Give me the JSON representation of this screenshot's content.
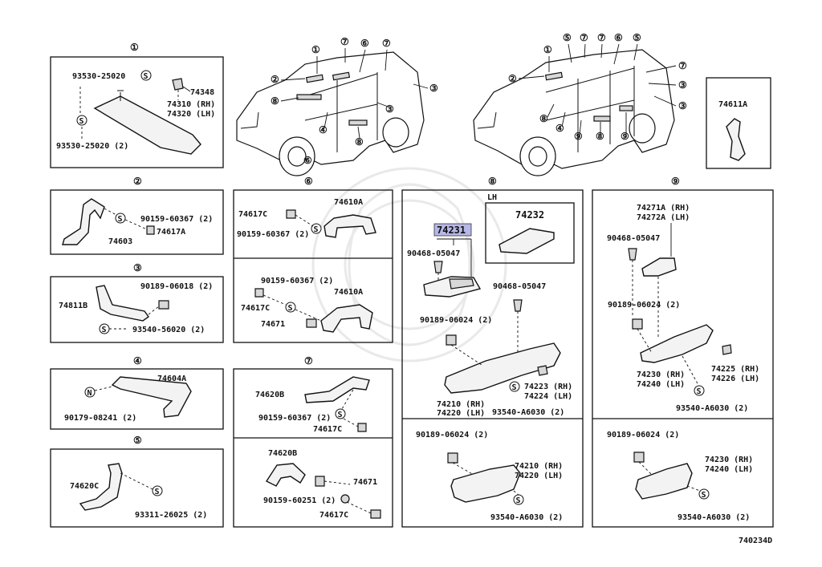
{
  "diagram_code": "740234D",
  "symbols": {
    "screw": "S",
    "nut": "N"
  },
  "callouts": [
    "①",
    "②",
    "③",
    "④",
    "⑤",
    "⑥",
    "⑦",
    "⑧",
    "⑨"
  ],
  "panel1": {
    "title": "①",
    "labels": [
      "93530-25020",
      "74348",
      "74310 (RH)",
      "74320 (LH)",
      "93530-25020 (2)"
    ]
  },
  "panel2": {
    "title": "②",
    "labels": [
      "90159-60367 (2)",
      "74617A",
      "74603"
    ]
  },
  "panel3": {
    "title": "③",
    "labels": [
      "90189-06018 (2)",
      "74811B",
      "93540-56020 (2)"
    ]
  },
  "panel4": {
    "title": "④",
    "labels": [
      "74604A",
      "90179-08241 (2)"
    ]
  },
  "panel5": {
    "title": "⑤",
    "labels": [
      "74620C",
      "93311-26025 (2)"
    ]
  },
  "panel6": {
    "title": "⑥",
    "labels": [
      "74617C",
      "74610A",
      "90159-60367 (2)",
      "90159-60367 (2)",
      "74617C",
      "74610A",
      "74671"
    ]
  },
  "panel7": {
    "title": "⑦",
    "labels": [
      "74620B",
      "90159-60367 (2)",
      "74617C",
      "74620B",
      "74671",
      "90159-60251 (2)",
      "74617C"
    ]
  },
  "panel8": {
    "title": "⑧",
    "lh": "LH",
    "highlight": "74231",
    "labels": [
      "74232",
      "90468-05047",
      "90468-05047",
      "90189-06024 (2)",
      "74223 (RH)",
      "74224 (LH)",
      "74210 (RH)",
      "74220 (LH)",
      "93540-A6030 (2)"
    ],
    "lower_labels": [
      "90189-06024 (2)",
      "74210 (RH)",
      "74220 (LH)",
      "93540-A6030 (2)"
    ]
  },
  "panel9": {
    "title": "⑨",
    "labels": [
      "74271A (RH)",
      "74272A (LH)",
      "90468-05047",
      "90189-06024 (2)",
      "74225 (RH)",
      "74226 (LH)",
      "74230 (RH)",
      "74240 (LH)",
      "93540-A6030 (2)"
    ],
    "lower_labels": [
      "90189-06024 (2)",
      "74230 (RH)",
      "74240 (LH)",
      "93540-A6030 (2)"
    ]
  },
  "panel10": {
    "labels": [
      "74611A"
    ]
  }
}
